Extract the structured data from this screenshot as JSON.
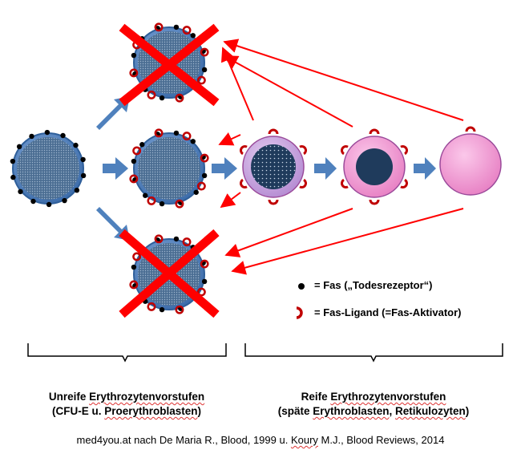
{
  "legend": {
    "fas": "= Fas („Todesrezeptor“)",
    "fas_ligand": "= Fas-Ligand (=Fas-Aktivator)"
  },
  "groups": {
    "immature": {
      "line1_pre": "Unreife ",
      "line1_u": "Erythrozytenvorstufen",
      "line2_pre": "(CFU-E u. ",
      "line2_u": "Proerythroblasten",
      "line2_post": ")"
    },
    "mature": {
      "line1_pre": "Reife ",
      "line1_u": "Erythrozytenvorstufen",
      "line2_pre": "(späte ",
      "line2_u1": "Erythroblasten",
      "line2_mid": ", ",
      "line2_u2": "Retikulozyten",
      "line2_post": ")"
    }
  },
  "citation": {
    "pre": "med4you.at nach De Maria R., Blood, 1999 u. ",
    "u": "Koury",
    "post": " M.J., Blood Reviews, 2014"
  },
  "colors": {
    "progenitor_blue": "#4a7fc1",
    "cross_red": "#ff0000",
    "arrow_blue": "#4f81bd",
    "pink_cell": "#f4a3d6",
    "lilac_cell": "#c9a6e0",
    "nucleus_dark": "#1f3b5c"
  }
}
